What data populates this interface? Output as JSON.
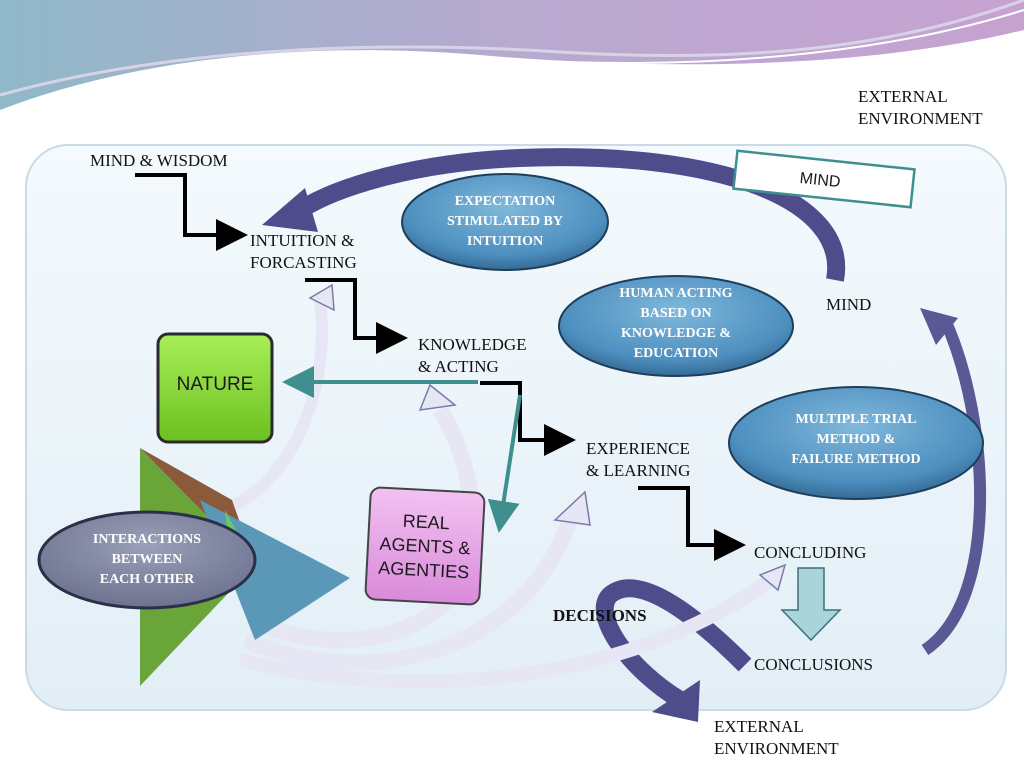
{
  "labels": {
    "external_environment_top": [
      "EXTERNAL",
      "ENVIRONMENT"
    ],
    "mind_wisdom": "MIND & WISDOM",
    "intuition": [
      "INTUITION &",
      "FORCASTING"
    ],
    "knowledge": [
      "KNOWLEDGE",
      "& ACTING"
    ],
    "experience": [
      "EXPERIENCE",
      "& LEARNING"
    ],
    "concluding": "CONCLUDING",
    "conclusions": "CONCLUSIONS",
    "decisions": "DECISIONS",
    "mind_right": "MIND",
    "external_environment_bottom": [
      "EXTERNAL",
      "ENVIRONMENT"
    ]
  },
  "ovals": {
    "expectation": [
      "EXPECTATION",
      "STIMULATED BY",
      "INTUITION"
    ],
    "human_acting": [
      "HUMAN ACTING",
      "BASED ON",
      "KNOWLEDGE &",
      "EDUCATION"
    ],
    "multiple_trial": [
      "MULTIPLE TRIAL",
      "METHOD &",
      "FAILURE METHOD"
    ],
    "interactions": [
      "INTERACTIONS",
      "BETWEEN",
      "EACH OTHER"
    ]
  },
  "boxes": {
    "nature": "NATURE",
    "real_agents": [
      "REAL",
      "AGENTS &",
      "AGENTIES"
    ],
    "mind_tilted": "MIND"
  },
  "colors": {
    "oval_fill": "#5b9dc8",
    "panel_fill": "#eaf4fa",
    "nature_fill": "#8ee03a",
    "agents_fill": "#e8a6e8",
    "arrow_dark": "#4f4c8c",
    "arrow_teal": "#3f8f8f"
  }
}
